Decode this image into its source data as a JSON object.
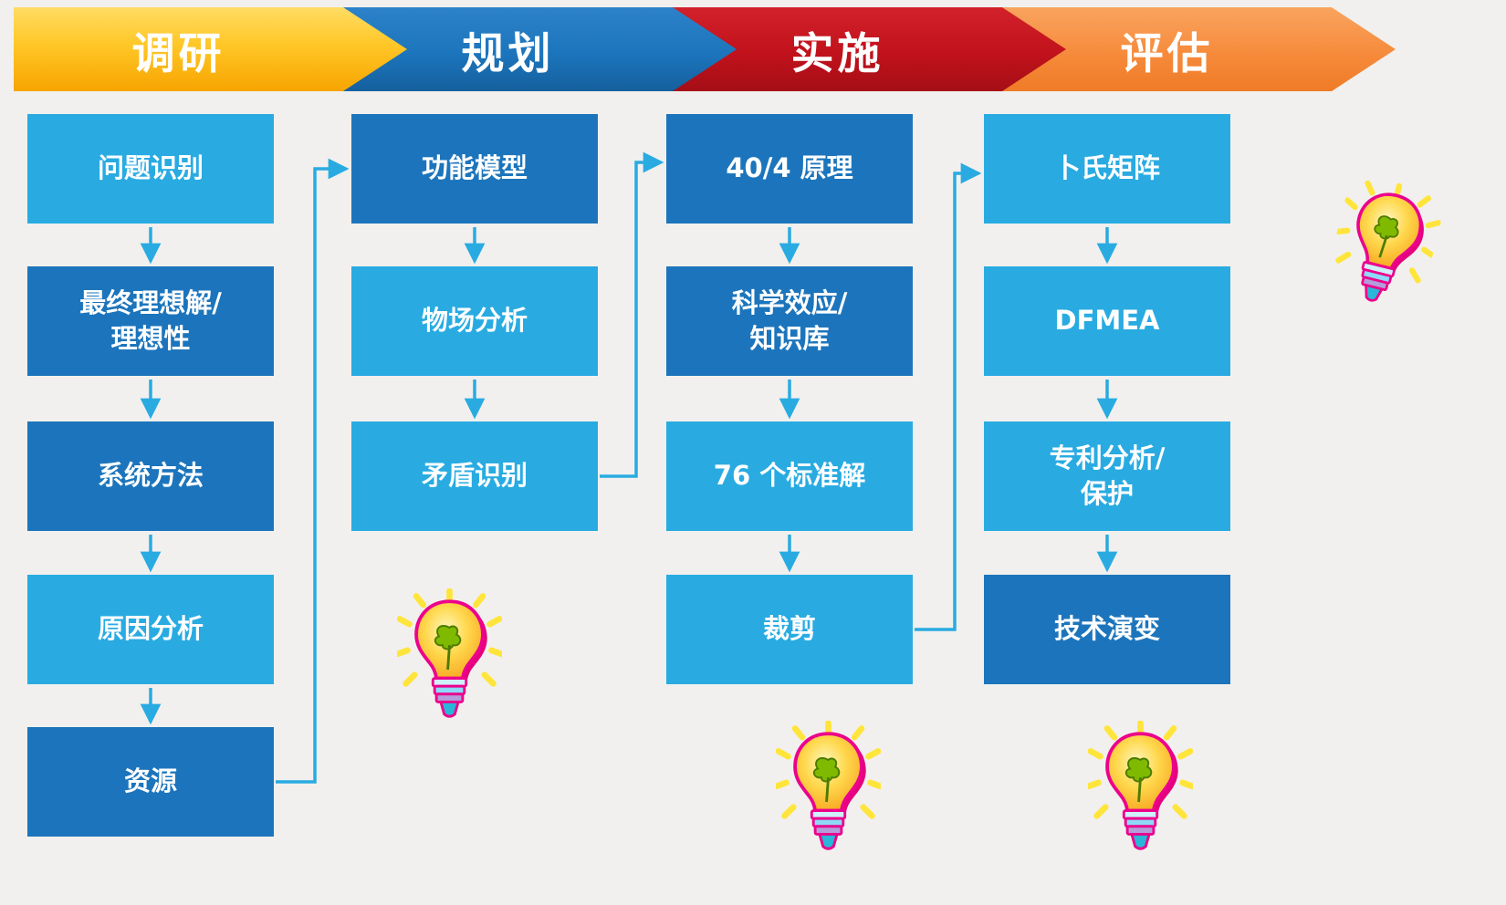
{
  "title": "TRIZ process roadmap flowchart",
  "background_color": "#F1F0EE",
  "colors": {
    "box_light_blue": "#29ABE2",
    "box_dark_blue": "#1C75BC",
    "connector_blue": "#29ABE2",
    "banner_research_yellow": "#FFC727",
    "banner_planning_blue": "#1C75BC",
    "banner_implementation_red": "#C1121C",
    "banner_evaluation_orange": "#F68B3C",
    "banner_text": "#FFFFFF"
  },
  "phases": [
    {
      "label": "调研"
    },
    {
      "label": "规划"
    },
    {
      "label": "实施"
    },
    {
      "label": "评估"
    }
  ],
  "columns": [
    {
      "phase": "调研",
      "boxes": [
        {
          "label": "问题识别",
          "tone": "light"
        },
        {
          "label": "最终理想解/\n理想性",
          "tone": "dark"
        },
        {
          "label": "系统方法",
          "tone": "dark"
        },
        {
          "label": "原因分析",
          "tone": "light"
        },
        {
          "label": "资源",
          "tone": "dark"
        }
      ]
    },
    {
      "phase": "规划",
      "boxes": [
        {
          "label": "功能模型",
          "tone": "dark"
        },
        {
          "label": "物场分析",
          "tone": "light"
        },
        {
          "label": "矛盾识别",
          "tone": "light"
        }
      ]
    },
    {
      "phase": "实施",
      "boxes": [
        {
          "label": "40/4 原理",
          "tone": "dark"
        },
        {
          "label": "科学效应/\n知识库",
          "tone": "dark"
        },
        {
          "label": "76 个标准解",
          "tone": "light"
        },
        {
          "label": "裁剪",
          "tone": "light"
        }
      ]
    },
    {
      "phase": "评估",
      "boxes": [
        {
          "label": "卜氏矩阵",
          "tone": "light"
        },
        {
          "label": "DFMEA",
          "tone": "light"
        },
        {
          "label": "专利分析/\n保护",
          "tone": "light"
        },
        {
          "label": "技术演变",
          "tone": "dark"
        }
      ]
    }
  ],
  "icons": {
    "lightbulb": "lightbulb-icon",
    "lightbulb_count": 4
  }
}
